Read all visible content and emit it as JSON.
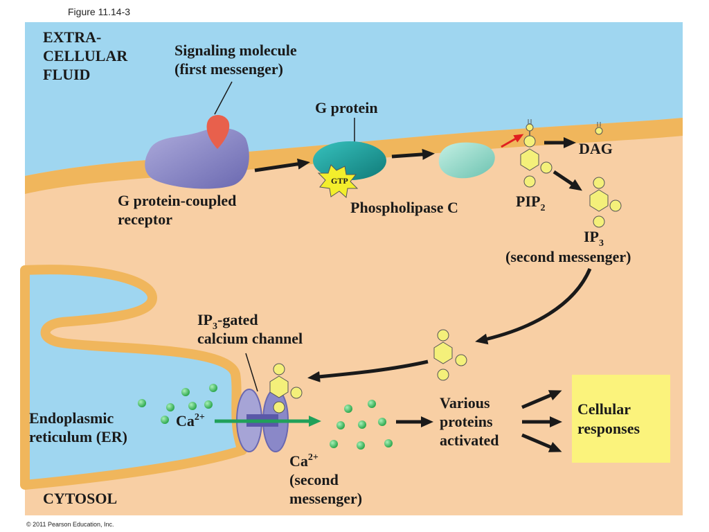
{
  "figure_label": "Figure 11.14-3",
  "copyright": "© 2011 Pearson Education, Inc.",
  "regions": {
    "extracellular": [
      "EXTRA-",
      "CELLULAR",
      "FLUID"
    ],
    "cytosol": "CYTOSOL",
    "er": [
      "Endoplasmic",
      "reticulum (ER)"
    ]
  },
  "labels": {
    "signaling": [
      "Signaling molecule",
      "(first messenger)"
    ],
    "g_protein": "G protein",
    "gtp": "GTP",
    "receptor": [
      "G protein-coupled",
      "receptor"
    ],
    "phospholipase": "Phospholipase C",
    "pip2": "PIP",
    "pip2_sub": "2",
    "dag": "DAG",
    "ip3": "IP",
    "ip3_sub": "3",
    "ip3_role": "(second messenger)",
    "channel_ip": "IP",
    "channel_sub": "3",
    "channel_rest": "-gated",
    "channel_line2": "calcium channel",
    "ca_er": "Ca",
    "ca_er_sup": "2+",
    "ca_cyto": "Ca",
    "ca_cyto_sup": "2+",
    "ca_cyto_role": [
      "(second",
      "messenger)"
    ],
    "proteins": [
      "Various",
      "proteins",
      "activated"
    ],
    "responses": [
      "Cellular",
      "responses"
    ]
  },
  "colors": {
    "extracellular": "#9fd6f0",
    "cytosol": "#f8cfa4",
    "membrane": "#f0b65c",
    "receptor": "#8a88c8",
    "signal": "#e8604c",
    "g_protein": "#1f9b98",
    "plc": "#8fd4c4",
    "gtp": "#f3ee2c",
    "molecule": "#f4f07a",
    "calcium": "#2ea84e",
    "response_box": "#fbf37c",
    "arrow": "#1a1a1a",
    "ca_arrow": "#20a05a"
  }
}
